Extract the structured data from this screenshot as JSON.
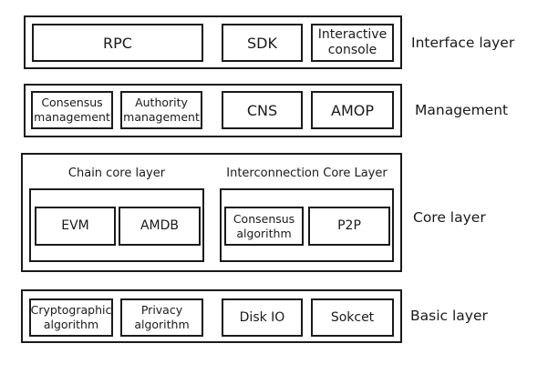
{
  "layers": {
    "interface": {
      "label": "Interface layer",
      "boxes": [
        "RPC",
        "SDK",
        "Interactive\nconsole"
      ]
    },
    "management": {
      "label": "Management",
      "boxes": [
        "Consensus\nmanagement",
        "Authority\nmanagement",
        "CNS",
        "AMOP"
      ]
    },
    "core": {
      "label": "Core layer",
      "chain_core": {
        "title": "Chain core layer",
        "boxes": [
          "EVM",
          "AMDB"
        ]
      },
      "interconnection_core": {
        "title": "Interconnection Core Layer",
        "boxes": [
          "Consensus\nalgorithm",
          "P2P"
        ]
      }
    },
    "basic": {
      "label": "Basic layer",
      "boxes": [
        "Cryptographic\nalgorithm",
        "Privacy\nalgorithm",
        "Disk IO",
        "Sokcet"
      ]
    }
  }
}
